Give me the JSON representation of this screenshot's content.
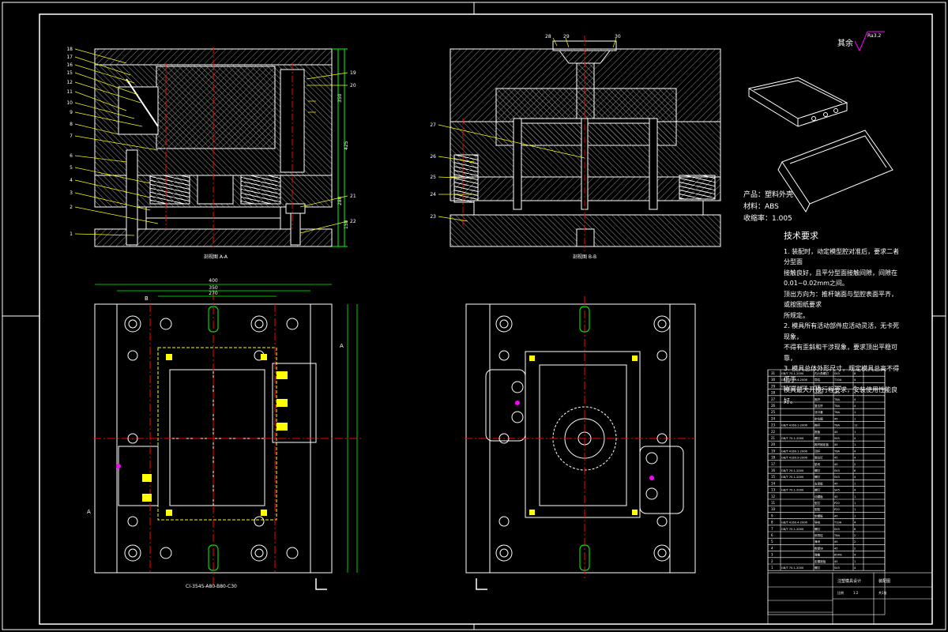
{
  "drawing": {
    "roughness_label": "其余",
    "roughness_value": "Ra3.2",
    "section_a_caption": "剖视图 A-A",
    "section_b_caption": "剖视图 B-B",
    "bottom_plate_label": "CI-3545-A80-B80-C30",
    "letter_a": "A",
    "letter_b": "B"
  },
  "product": {
    "name_line": "产品：塑料外壳",
    "material_line": "材料：ABS",
    "shrink_line": "收缩率：1.005"
  },
  "tech_notes": {
    "title": "技术要求",
    "lines": [
      "1. 装配时，动定模型腔对准后，要求二者分型面",
      "接触良好，且平分型面接触间隙，间隙在",
      "0.01~0.02mm之间。",
      "顶出方向为：推杆端面与型腔表面平齐，或按图纸要求",
      "所规定。",
      "2. 模具所有活动部件应活动灵活，无卡死现象，",
      "不得有歪斜和干涉现象，要求顶出平稳可靠，",
      "3. 模具总体外形尺寸，规定模具总高不得低于",
      "模具最大开模行程要求，安装使用性能良好。"
    ]
  },
  "callouts_left": [
    "18",
    "17",
    "16",
    "15",
    "12",
    "11",
    "10",
    "9",
    "8",
    "7",
    "6",
    "5",
    "4",
    "3",
    "2",
    "1"
  ],
  "callouts_right_a": [
    "19",
    "20",
    "21",
    "22"
  ],
  "callouts_left_b": [
    "27",
    "26",
    "25",
    "24",
    "23"
  ],
  "callouts_top_b": [
    "28",
    "29",
    "30"
  ],
  "dims_a_vertical": [
    "425",
    "350",
    "280",
    "150"
  ],
  "dims_plan": [
    "400",
    "350",
    "270"
  ],
  "bom": {
    "rows": [
      [
        "GB/T 70.1-2000",
        "内六角螺钉",
        "S45",
        "8",
        ""
      ],
      [
        "GB/T 4169.4-2006",
        "导柱",
        "T10A",
        "4",
        ""
      ],
      [
        "GB/T 4169.2-2006",
        "导套",
        "T10A",
        "4",
        ""
      ],
      [
        "",
        "拉料杆",
        "S45",
        "1",
        ""
      ],
      [
        "",
        "推杆",
        "T8A",
        "4",
        ""
      ],
      [
        "",
        "复位杆",
        "T8A",
        "4",
        ""
      ],
      [
        "",
        "浇口套",
        "T8A",
        "1",
        ""
      ],
      [
        "",
        "定位圈",
        "45",
        "1",
        ""
      ],
      [
        "GB/T 4169.1-2006",
        "推杆",
        "T8A",
        "12",
        ""
      ],
      [
        "",
        "推板",
        "45",
        "1",
        ""
      ],
      [
        "GB/T 70.1-2000",
        "螺钉",
        "S45",
        "4",
        ""
      ],
      [
        "",
        "推杆固定板",
        "45",
        "1",
        ""
      ],
      [
        "GB/T 4169.1-2006",
        "顶杆",
        "T8A",
        "4",
        ""
      ],
      [
        "GB/T 4169.9-2006",
        "限位钉",
        "45",
        "4",
        ""
      ],
      [
        "",
        "垫块",
        "45",
        "2",
        ""
      ],
      [
        "GB/T 70.1-2000",
        "螺钉",
        "S45",
        "6",
        ""
      ],
      [
        "GB/T 70.1-2000",
        "螺钉",
        "S45",
        "4",
        ""
      ],
      [
        "",
        "支承板",
        "45",
        "1",
        ""
      ],
      [
        "GB/T 70.1-2000",
        "螺钉",
        "S45",
        "4",
        ""
      ],
      [
        "",
        "动模板",
        "45",
        "1",
        ""
      ],
      [
        "",
        "型芯",
        "P20",
        "1",
        ""
      ],
      [
        "",
        "型腔",
        "P20",
        "1",
        ""
      ],
      [
        "",
        "定模板",
        "45",
        "1",
        ""
      ],
      [
        "GB/T 4169.4-2006",
        "导柱",
        "T10A",
        "4",
        ""
      ],
      [
        "GB/T 70.1-2000",
        "螺钉",
        "S45",
        "6",
        ""
      ],
      [
        "",
        "斜导柱",
        "T8A",
        "2",
        ""
      ],
      [
        "",
        "滑块",
        "45",
        "2",
        ""
      ],
      [
        "",
        "楔紧块",
        "45",
        "2",
        ""
      ],
      [
        "",
        "弹簧",
        "65Mn",
        "4",
        ""
      ],
      [
        "",
        "定模座板",
        "45",
        "1",
        ""
      ],
      [
        "GB/T 70.1-2000",
        "螺钉",
        "S45",
        "4",
        ""
      ]
    ],
    "title_block": {
      "title": "注塑模具设计",
      "drawing_name": "装配图",
      "scale_label": "比例",
      "scale_value": "1:2",
      "sheet_label": "共1张"
    }
  },
  "colors": {
    "background": "#000000",
    "linework": "#ffffff",
    "hatch": "#bfbfbf",
    "dimension": "#00ff00",
    "centerline": "#ff0000",
    "hidden": "#ffff00",
    "bolt": "#ff00ff",
    "cyan": "#00ffff",
    "magenta_text": "#ff00ff"
  }
}
